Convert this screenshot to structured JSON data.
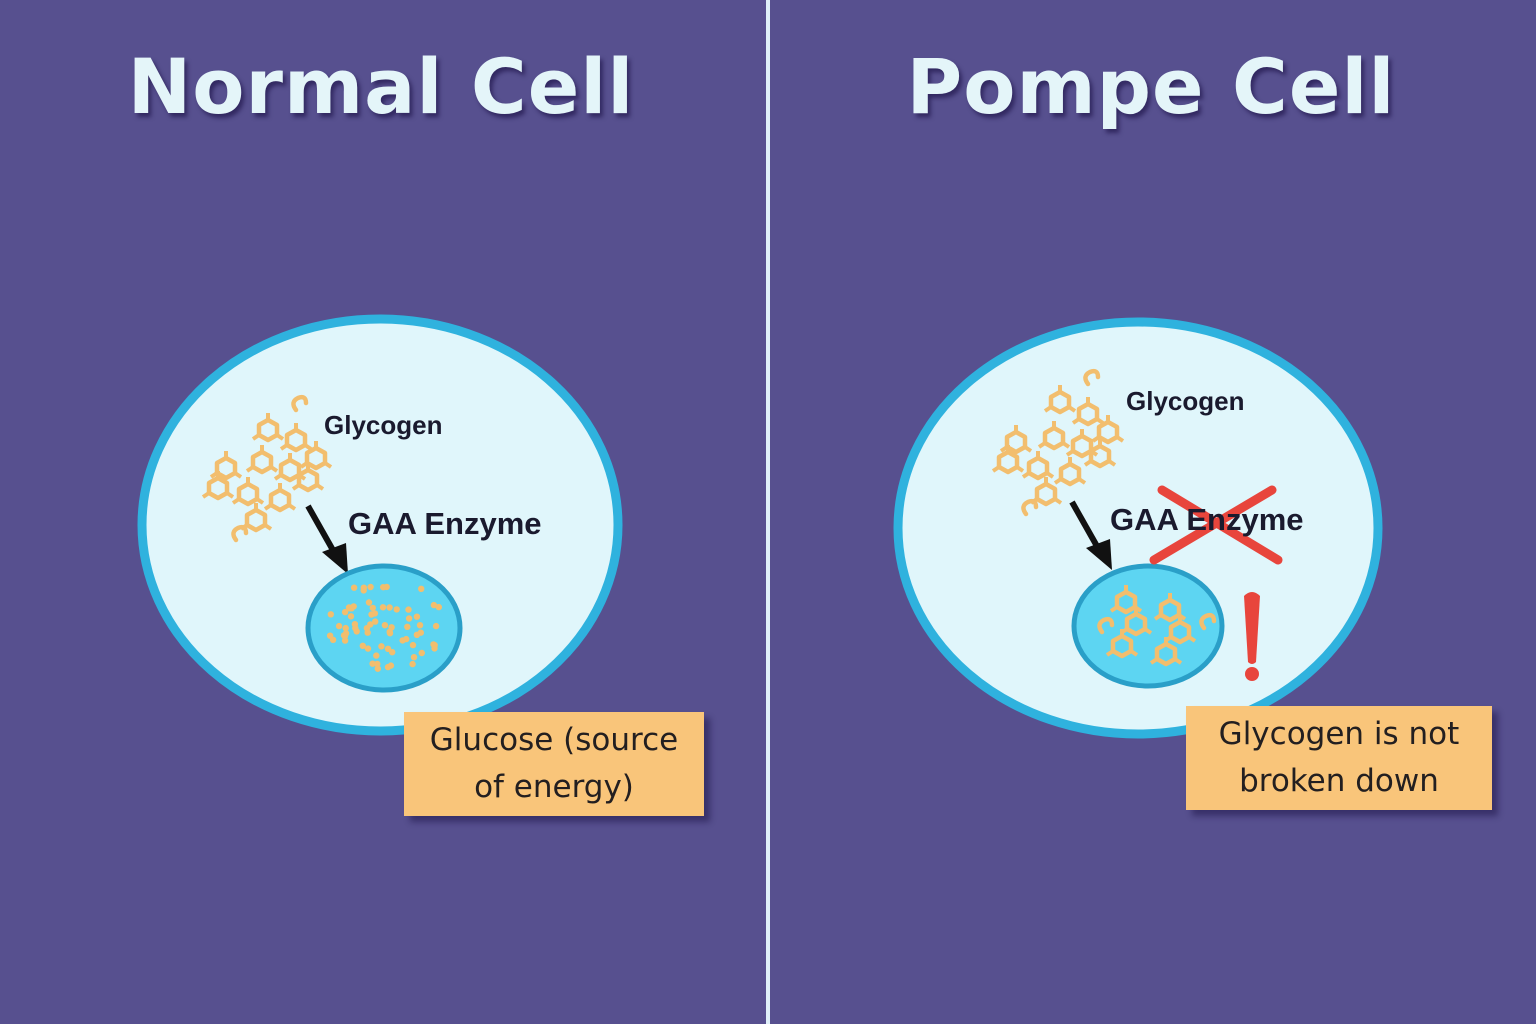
{
  "left": {
    "title": "Normal Cell",
    "glycogen_label": "Glycogen",
    "enzyme_label": "GAA Enzyme",
    "note_lines": [
      "Glucose (source",
      "of energy)"
    ]
  },
  "right": {
    "title": "Pompe Cell",
    "glycogen_label": "Glycogen",
    "enzyme_label": "GAA Enzyme",
    "note_lines": [
      "Glycogen is not",
      "broken down"
    ]
  },
  "colors": {
    "background": "#57508f",
    "cell_fill": "#e0f6fb",
    "cell_border": "#2fb2de",
    "lysosome_fill": "#5dd5f2",
    "glycogen": "#f2be6e",
    "note_fill": "#f9c57a",
    "cross": "#e8453c"
  }
}
